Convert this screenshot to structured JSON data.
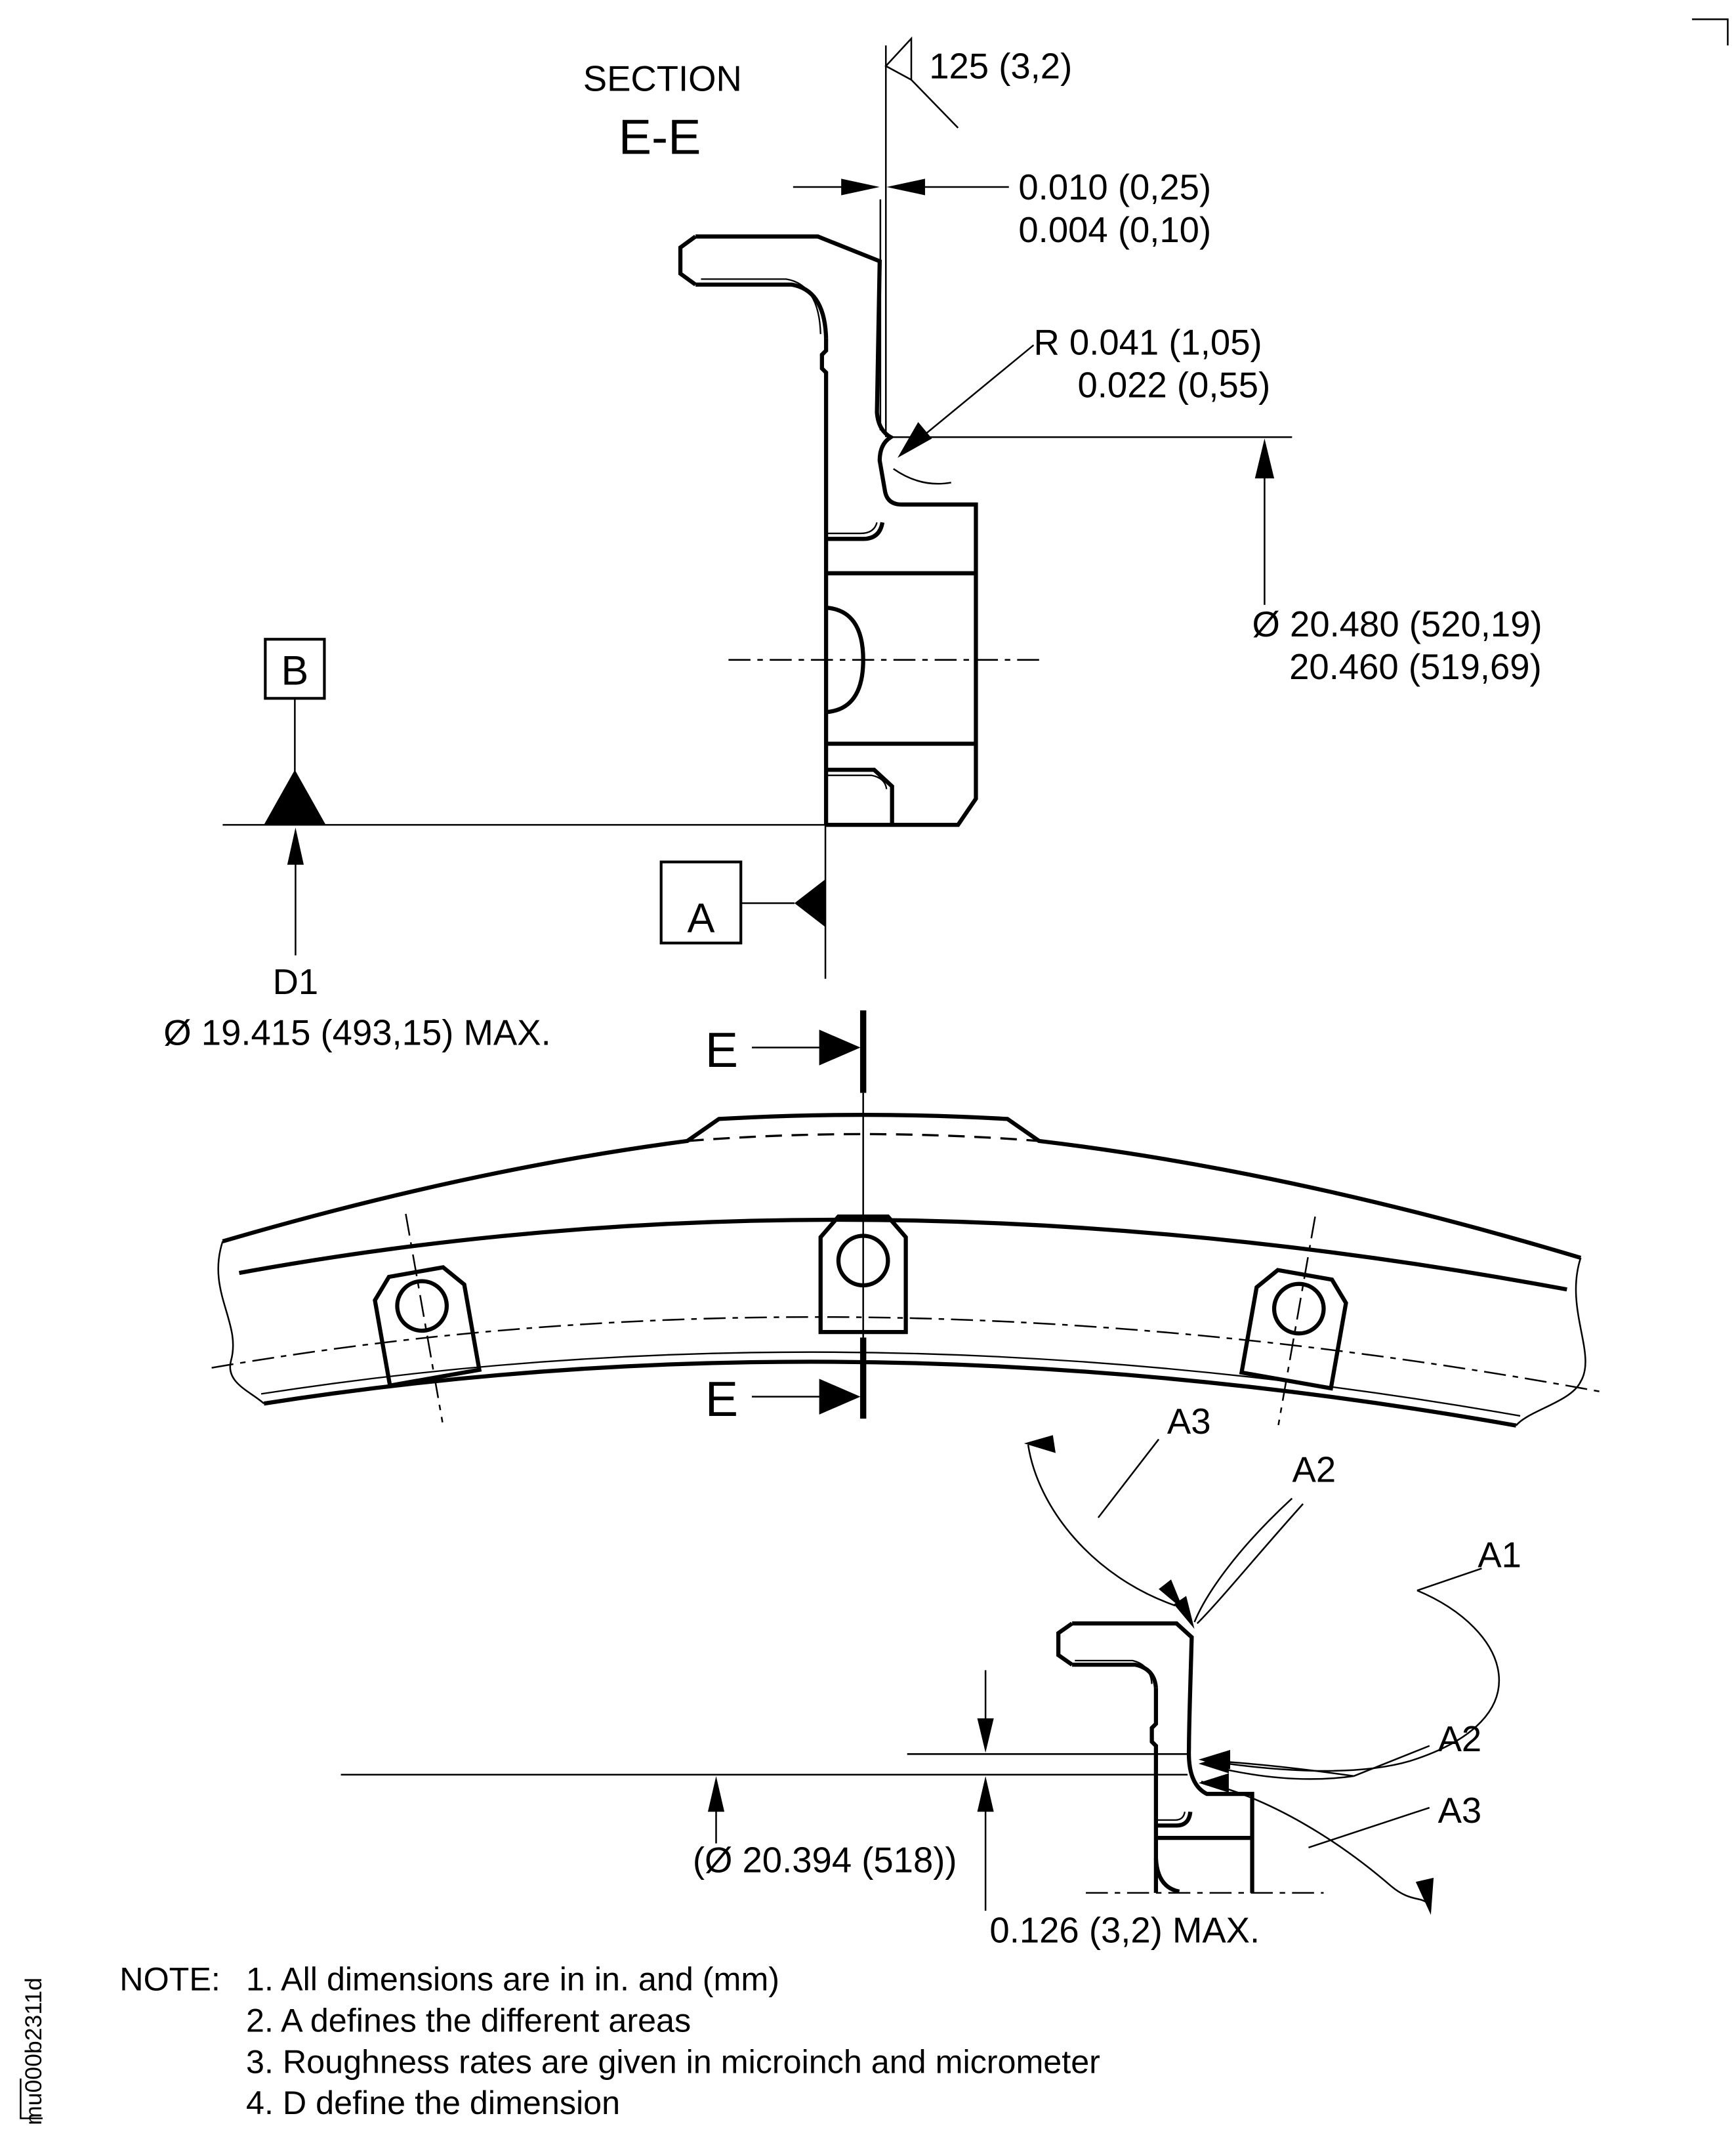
{
  "drawing": {
    "title": {
      "line1": "SECTION",
      "line2": "E-E"
    },
    "surface_finish": "125 (3,2)",
    "runout": [
      "0.010 (0,25)",
      "0.004 (0,10)"
    ],
    "radius": [
      "R 0.041 (1,05)",
      "0.022 (0,55)"
    ],
    "outer_dia": [
      "Ø 20.480 (520,19)",
      "20.460 (519,69)"
    ],
    "datums": {
      "a": "A",
      "b": "B"
    },
    "d1": {
      "label": "D1",
      "value": "Ø 19.415 (493,15) MAX."
    },
    "cut": {
      "label": "E"
    },
    "areas": {
      "a1": "A1",
      "a2": "A2",
      "a3": "A3"
    },
    "ref_dia": "(Ø 20.394 (518))",
    "max_dim": "0.126 (3,2) MAX.",
    "notes": {
      "prefix": "NOTE:",
      "items": [
        "1. All dimensions are in in. and (mm)",
        "2. A defines the different areas",
        "3. Roughness rates are given in microinch and micrometer",
        "4. D define the dimension"
      ]
    },
    "doc_code": "mu000b2311d",
    "colors": {
      "ink": "#000000",
      "paper": "#ffffff"
    }
  }
}
